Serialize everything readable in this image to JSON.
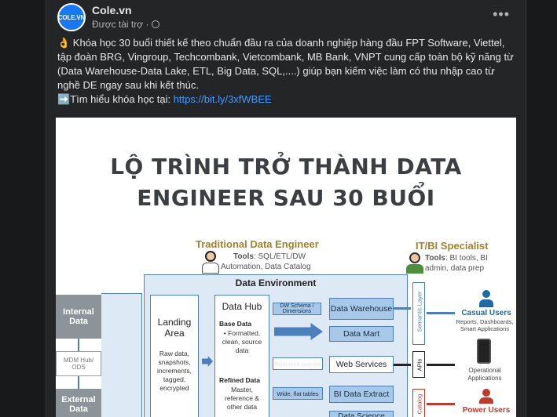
{
  "post": {
    "author": "Cole.vn",
    "avatar_text": "COLE.VN",
    "sponsored": "Được tài trợ ·",
    "more_menu": "•••",
    "body_line1": "👌 Khóa học 30 buổi thiết kế theo chuẩn đầu ra của doanh nghiệp hàng đầu  FPT Software, Viettel, tập đoàn BRG, Vingroup, Techcombank, Vietcombank, MB Bank, VNPT cung cấp toàn bộ kỹ năng từ (Data Warehouse-Data Lake, ETL, Big Data, SQL,....) giúp bạn kiếm việc làm có thu nhập cao từ nghề DE ngay sau khi kết thúc.",
    "body_link_prefix": "➡️Tìm hiểu khóa học tại: ",
    "body_link": "https://bit.ly/3xfWBEE"
  },
  "infographic": {
    "title_line1": "LỘ TRÌNH TRỞ THÀNH DATA",
    "title_line2": "ENGINEER SAU 30 BUỔI",
    "traditional_title": "Traditional Data Engineer",
    "traditional_tools_label": "Tools",
    "traditional_tools": ": SQL/ETL/DW",
    "traditional_tools2": "Automation, Data Catalog",
    "itbi_title": "IT/BI Specialist",
    "itbi_tools_label": "Tools",
    "itbi_tools": ": BI tools, BI",
    "itbi_tools2": "admin, data prep",
    "env_title": "Data Environment",
    "internal_data": "Internal Data",
    "mdm": "MDM Hub/ ODS",
    "external_data": "External Data",
    "landing_area": "Landing Area",
    "landing_desc": "Raw data, snapshots, increments, tagged, encrypted",
    "data_hub": "Data Hub",
    "base_data": "Base Data",
    "base_desc": "• Formatted, clean, source data",
    "refined_data": "Refined Data",
    "refined_desc": "Master, reference & other data",
    "dw_schema": "DW Schema / Dimensions",
    "realtime": "Real-time queries",
    "wide_tables": "Wide, flat tables",
    "data_warehouse": "Data Warehouse",
    "data_mart": "Data Mart",
    "web_services": "Web Services",
    "bi_extract": "BI Data Extract",
    "data_science": "Data Science",
    "semantic_layer": "Semantic Layer",
    "apis": "APIs",
    "catalog": "Catalog",
    "casual_users": "Casual Users",
    "casual_desc": "Reports, Dashboards, Smart Applications",
    "operational": "Operational Applications",
    "power_users": "Power Users"
  }
}
